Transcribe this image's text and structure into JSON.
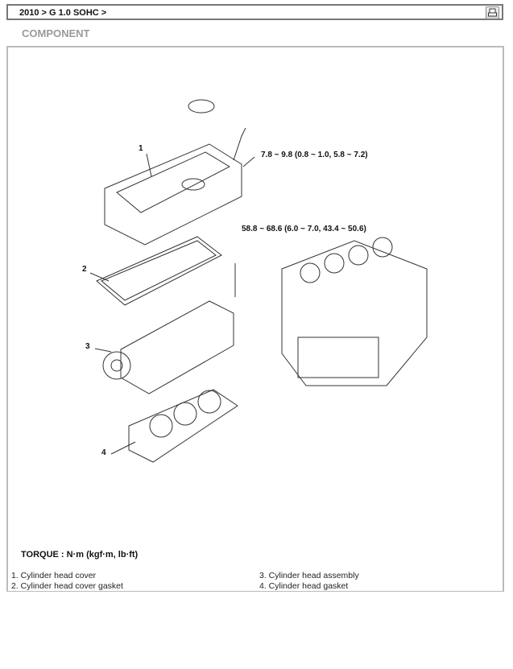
{
  "breadcrumb": "2010 > G 1.0 SOHC >",
  "print_icon": "printer-icon",
  "section_title": "COMPONENT",
  "callouts": [
    "1",
    "2",
    "3",
    "4"
  ],
  "torque_specs": {
    "cover_bolt": "7.8 ~ 9.8 (0.8 ~ 1.0, 5.8 ~ 7.2)",
    "head_bolt": "58.8 ~ 68.6 (6.0 ~ 7.0, 43.4 ~ 50.6)"
  },
  "torque_unit": "TORQUE : N·m (kgf·m, lb·ft)",
  "parts": [
    "1.  Cylinder head cover",
    "2.  Cylinder head cover gasket",
    "3.  Cylinder head assembly",
    "4.  Cylinder head gasket"
  ]
}
